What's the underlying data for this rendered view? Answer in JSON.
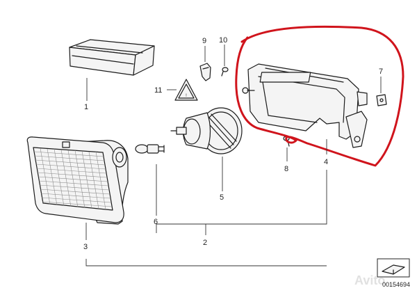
{
  "callouts": {
    "c1": "1",
    "c2": "2",
    "c3": "3",
    "c4": "4",
    "c5": "5",
    "c6": "6",
    "c7": "7",
    "c8": "8",
    "c9": "9",
    "c10": "10",
    "c11": "11"
  },
  "diagram_code": "00154694",
  "watermark_text": "Avito",
  "colors": {
    "line": "#1a1a1a",
    "highlight": "#d0141c",
    "background": "#ffffff"
  },
  "icons": {
    "warning_triangle": "warning-triangle-icon",
    "diagram_stamp": "diagram-stamp-icon"
  }
}
